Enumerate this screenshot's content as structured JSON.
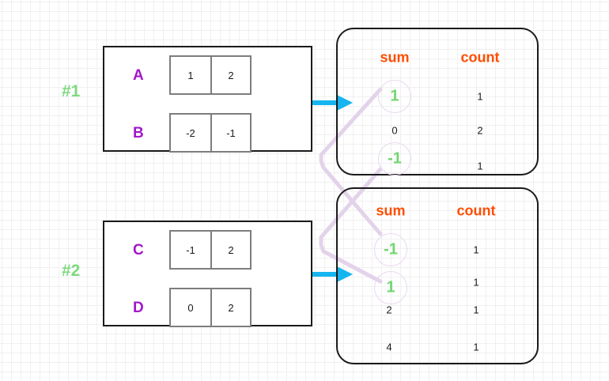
{
  "diagram": {
    "title": "partial aggregation sum/count merge",
    "colors": {
      "group_label": "#7ed97e",
      "row_label": "#a218c9",
      "header": "#ff4d00",
      "highlight_value": "#72d572",
      "highlight_circle": "#ead7ef",
      "arrow": "#16b5ef",
      "link_line": "#e3d3ea",
      "box_border": "#1a1a1a",
      "cell_border": "#7d7d7d"
    },
    "groups": [
      {
        "label": "#1",
        "rows": [
          {
            "name": "A",
            "cells": [
              "1",
              "2"
            ]
          },
          {
            "name": "B",
            "cells": [
              "-2",
              "-1"
            ]
          }
        ]
      },
      {
        "label": "#2",
        "rows": [
          {
            "name": "C",
            "cells": [
              "-1",
              "2"
            ]
          },
          {
            "name": "D",
            "cells": [
              "0",
              "2"
            ]
          }
        ]
      }
    ],
    "panels": [
      {
        "id": "panel-1",
        "headers": {
          "sum": "sum",
          "count": "count"
        },
        "rows": [
          {
            "sum": "1",
            "count": "1",
            "highlighted": true
          },
          {
            "sum": "0",
            "count": "2",
            "highlighted": false
          },
          {
            "sum": "-1",
            "count": "1",
            "highlighted": true
          }
        ]
      },
      {
        "id": "panel-2",
        "headers": {
          "sum": "sum",
          "count": "count"
        },
        "rows": [
          {
            "sum": "-1",
            "count": "1",
            "highlighted": true
          },
          {
            "sum": "1",
            "count": "1",
            "highlighted": true
          },
          {
            "sum": "2",
            "count": "1",
            "highlighted": false
          },
          {
            "sum": "4",
            "count": "1",
            "highlighted": false
          }
        ]
      }
    ],
    "arrows": [
      {
        "name": "arrow-group1-to-panel1"
      },
      {
        "name": "arrow-group2-to-panel2"
      }
    ],
    "links": [
      {
        "name": "link-panel1-sum1-to-panel2-sum1"
      },
      {
        "name": "link-panel1-sumneg1-to-panel2-sumneg1"
      }
    ]
  }
}
